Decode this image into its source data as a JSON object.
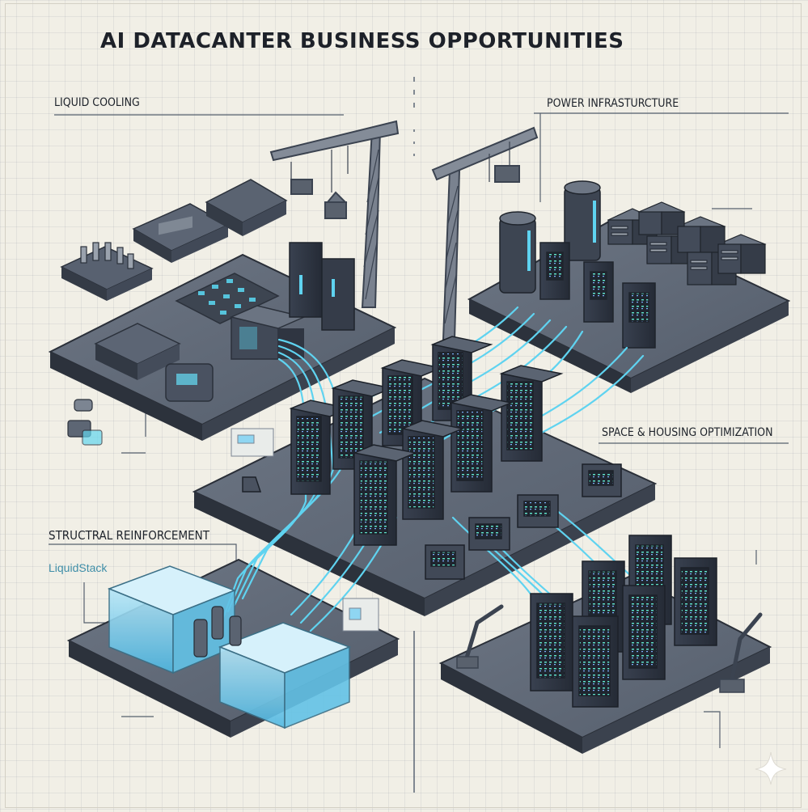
{
  "title": "AI DATACANTER BUSINESS OPPORTUNITIES",
  "labels": {
    "liquid_cooling": "LIQUID COOLING",
    "power_infrastructure": "POWER INFRASTURCTURE",
    "space_housing": "SPACE & HOUSING OPTIMIZATION",
    "structural": "STRUCTRAL REINFORCEMENT",
    "brand": "LiquidStack"
  },
  "colors": {
    "background": "#f1efe6",
    "platform": "#4f5866",
    "rack": "#2e3542",
    "pipe": "#5fd3f0",
    "liquid_tank": "#8fd6f2"
  },
  "icons": [
    "tower-crane-icon",
    "server-rack-icon",
    "cooling-tank-icon",
    "robot-arm-icon",
    "power-cylinder-icon",
    "sparkle-icon"
  ]
}
